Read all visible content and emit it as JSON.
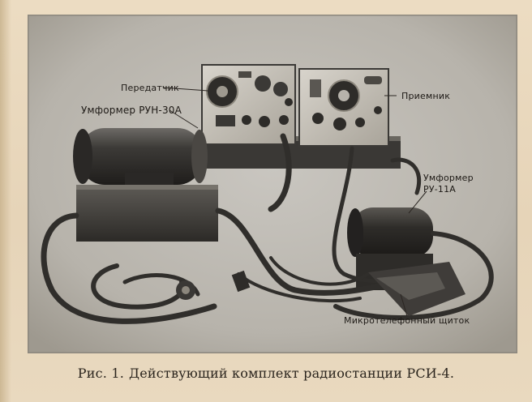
{
  "figure": {
    "labels": {
      "transmitter": "Передатчик",
      "umformer_run": "Умформер РУН-30А",
      "receiver": "Приемник",
      "umformer_ru_line1": "Умформер",
      "umformer_ru_line2": "РУ-11А",
      "mic_panel": "Микротелефонный щиток"
    }
  },
  "caption": {
    "lead": "Рис. 1.",
    "text": "Действующий комплект радиостанции РСИ-4."
  }
}
